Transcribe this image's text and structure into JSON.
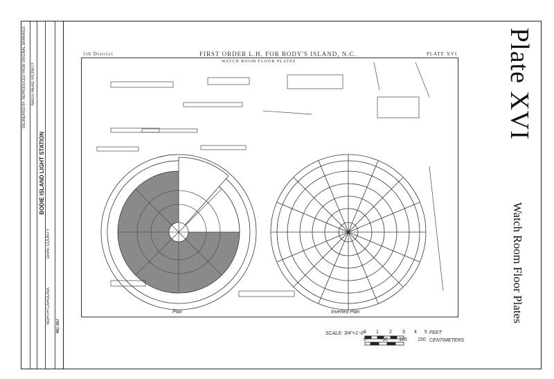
{
  "plate": {
    "title": "Plate XVI",
    "subtitle": "Watch Room Floor Plates"
  },
  "drawing": {
    "district": "5th District",
    "header": "FIRST ORDER L.H. FOR BODY'S ISLAND, N.C.",
    "plate_no": "PLATE XVI",
    "section_title": "WATCH ROOM FLOOR PLATES",
    "plan_label": "Plan",
    "inverted_plan_label": "Inverted Plan"
  },
  "title_block": {
    "project": "BODIE ISLAND LIGHT STATION",
    "location": "NAGS HEAD VICINITY",
    "county": "DARE COUNTY",
    "state": "NORTH CAROLINA",
    "sheet_no": "NC-357",
    "strip_note": "DELINEATED BY: REPRODUCED FROM ORIGINAL DRAWINGS"
  },
  "scale": {
    "label": "SCALE: 3/4\"=1'-0\"",
    "feet_ticks": [
      "0",
      "1",
      "2",
      "3",
      "4",
      "5"
    ],
    "feet_unit": "FEET",
    "cm_ticks": [
      "0",
      "50",
      "100",
      "150"
    ],
    "cm_unit": "CENTIMETERS"
  }
}
